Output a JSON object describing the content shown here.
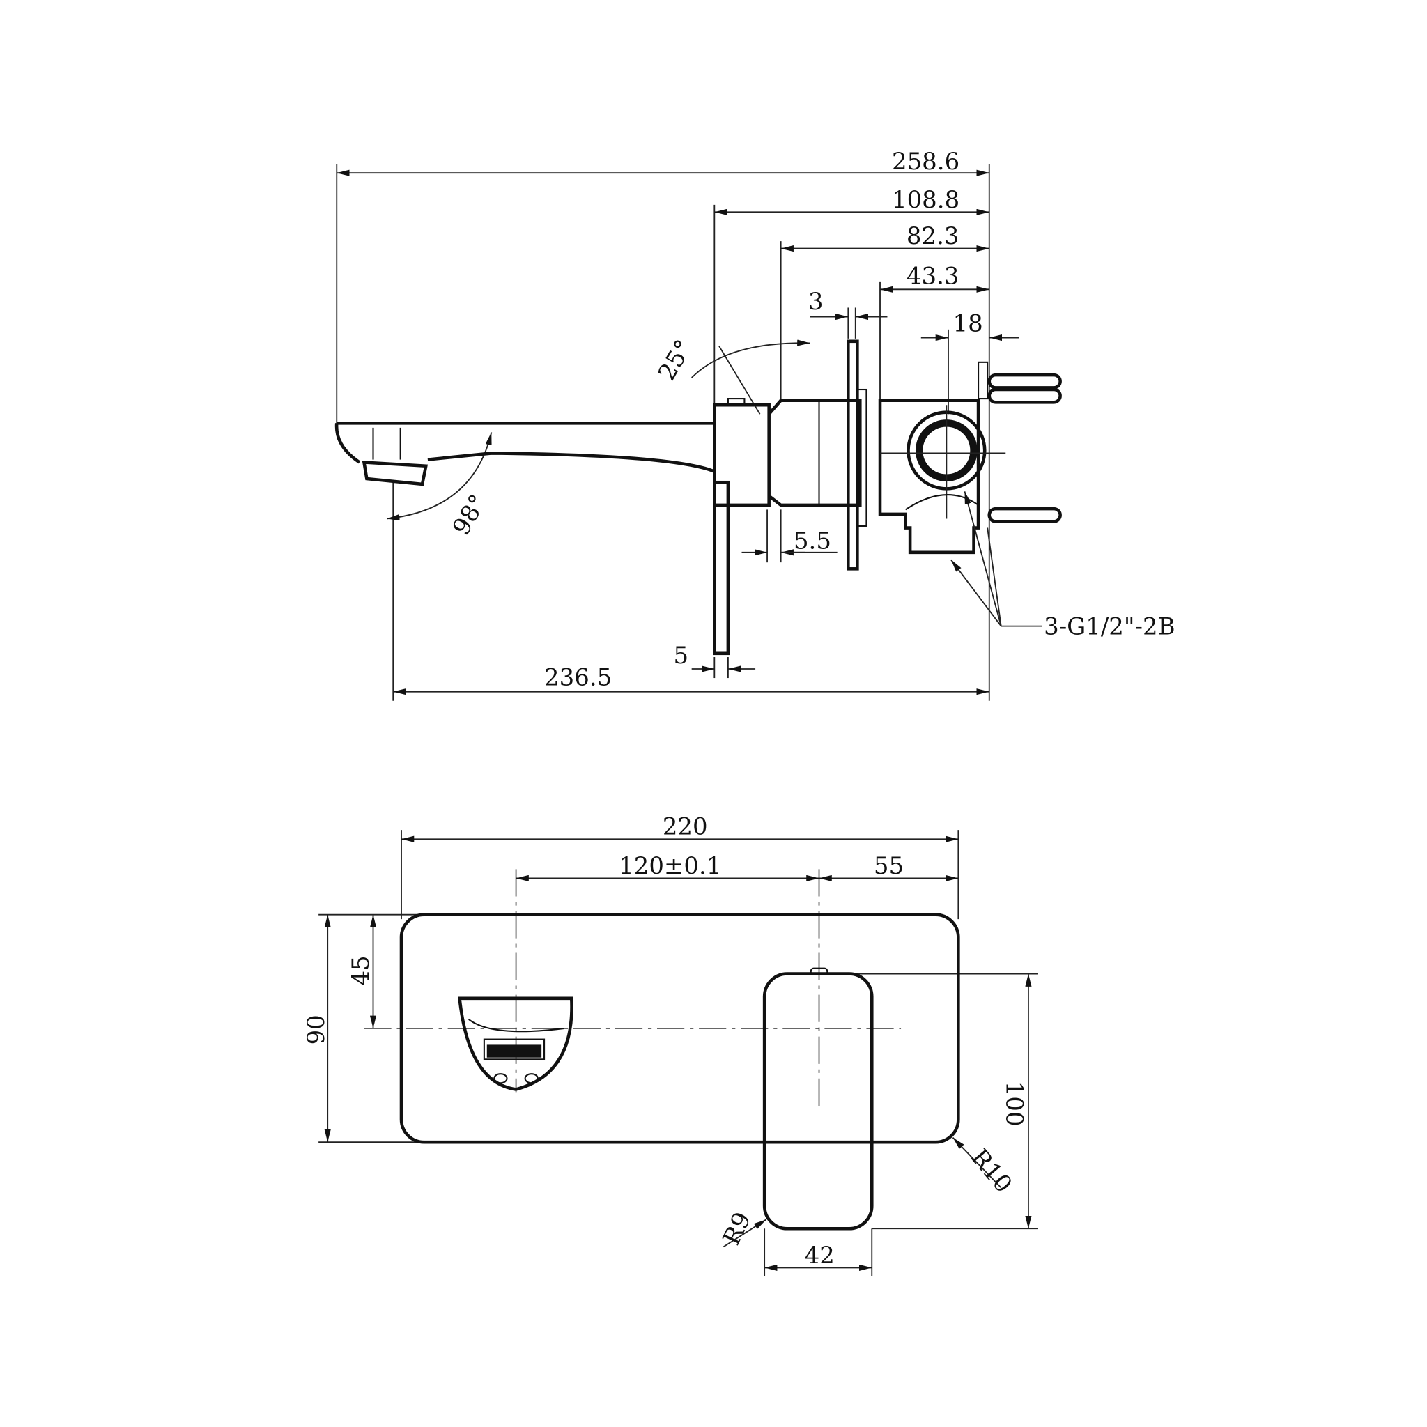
{
  "side_view": {
    "dims": {
      "overall_length": "258.6",
      "body_depth": "108.8",
      "cylinder_depth": "82.3",
      "valve_depth": "43.3",
      "flange_thickness": "3",
      "pipe_offset": "18",
      "lever_angle": "25°",
      "spout_angle": "98°",
      "step": "5.5",
      "lever_thickness": "5",
      "spout_reach": "236.5"
    },
    "thread_note": "3-G1/2\"-2B"
  },
  "front_view": {
    "dims": {
      "plate_width": "220",
      "center_distance": "120±0.1",
      "edge_to_center": "55",
      "plate_height": "90",
      "half_height": "45",
      "lever_height": "100",
      "lever_width": "42",
      "plate_radius": "R10",
      "lever_radius": "R9"
    }
  }
}
